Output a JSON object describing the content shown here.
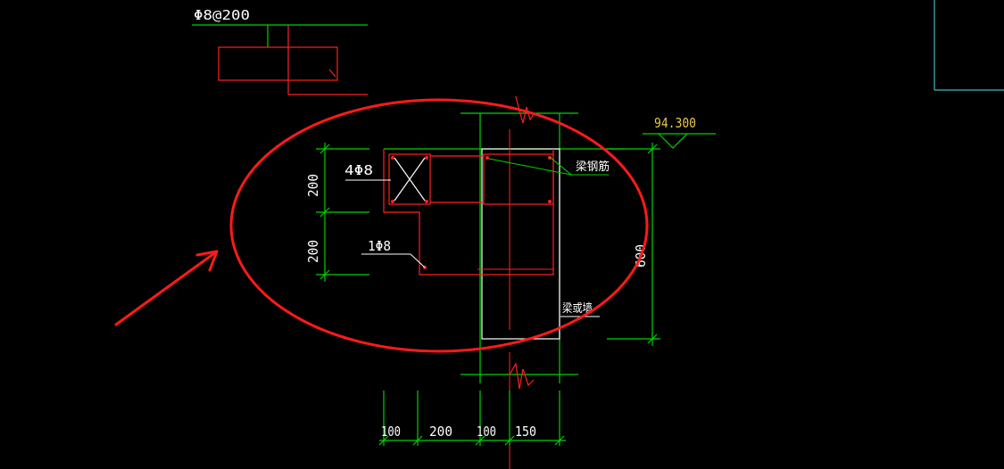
{
  "colors": {
    "background": "#000000",
    "green": "#00d200",
    "red": "#ff2020",
    "white": "#ffffff",
    "yellow": "#e8c84a",
    "cyan": "#3fbcc4",
    "annotation_red": "#ff1a1a"
  },
  "labels": {
    "stirrup_spec": "Φ8@200",
    "corner_bars": "4Φ8",
    "single_bar": "1Φ8",
    "beam_rebar": "梁钢筋",
    "beam_or_wall": "梁或墙",
    "elevation": "94.300"
  },
  "dimensions": {
    "vertical_top": "200",
    "vertical_bottom": "200",
    "vertical_total": "600",
    "horizontal_1": "100",
    "horizontal_2": "200",
    "horizontal_3": "100",
    "horizontal_4": "150"
  }
}
